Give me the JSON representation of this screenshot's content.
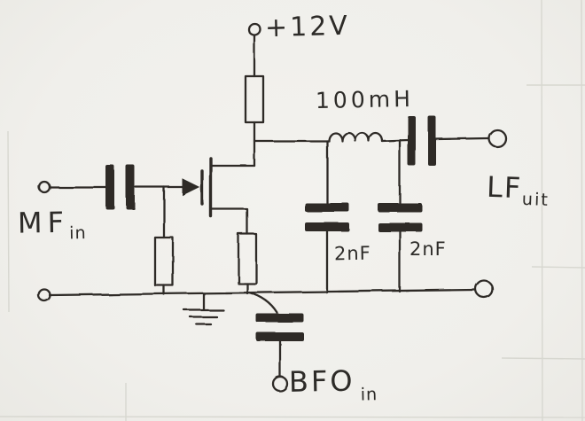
{
  "colors": {
    "paper": "#f0efeb",
    "ink": "#2d2b28",
    "grid": "#d7d7d0"
  },
  "labels": {
    "supply": "+12V",
    "inductor": "100mH",
    "if_cap_1": "2nF",
    "if_cap_2": "2nF",
    "mf_main": "MF",
    "mf_sub": "in",
    "lf_main": "LF",
    "lf_sub": "uit",
    "bfo_main": "BFO",
    "bfo_sub": "in"
  }
}
